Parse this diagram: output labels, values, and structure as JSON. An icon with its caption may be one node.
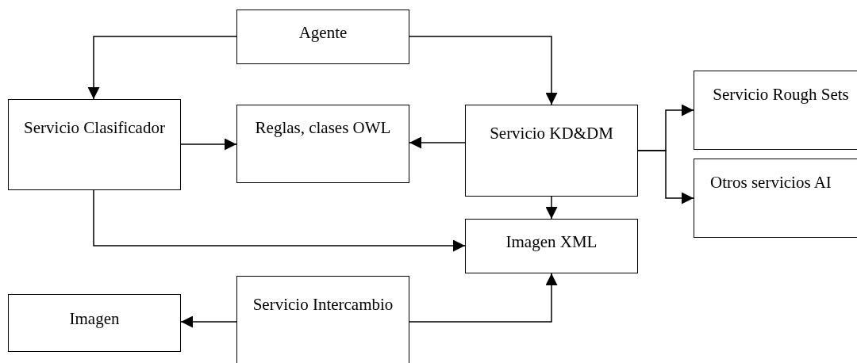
{
  "diagram": {
    "nodes": [
      {
        "text": [
          "Agente"
        ]
      },
      {
        "text": [
          "Servicio Clasificador"
        ]
      },
      {
        "text": [
          "Reglas, clases OWL"
        ]
      },
      {
        "text": [
          "Servicio KD&DM"
        ]
      },
      {
        "text": [
          "Servicio Rough Sets"
        ]
      },
      {
        "text": [
          "Otros servicios AI"
        ]
      },
      {
        "text": [
          "Imagen XML"
        ]
      },
      {
        "text": [
          "Imagen"
        ]
      },
      {
        "text": [
          "Servicio Intercambio"
        ]
      }
    ],
    "edges": [
      {
        "from": 0,
        "to": 1,
        "arrow": "to"
      },
      {
        "from": 0,
        "to": 3,
        "arrow": "to"
      },
      {
        "from": 1,
        "to": 2,
        "arrow": "to"
      },
      {
        "from": 3,
        "to": 2,
        "arrow": "to"
      },
      {
        "from": 3,
        "to": 4,
        "arrow": "to"
      },
      {
        "from": 3,
        "to": 5,
        "arrow": "to"
      },
      {
        "from": 3,
        "to": 6,
        "arrow": "to"
      },
      {
        "from": 1,
        "to": 6,
        "arrow": "to"
      },
      {
        "from": 8,
        "to": 7,
        "arrow": "to"
      },
      {
        "from": 8,
        "to": 6,
        "arrow": "to"
      }
    ]
  }
}
